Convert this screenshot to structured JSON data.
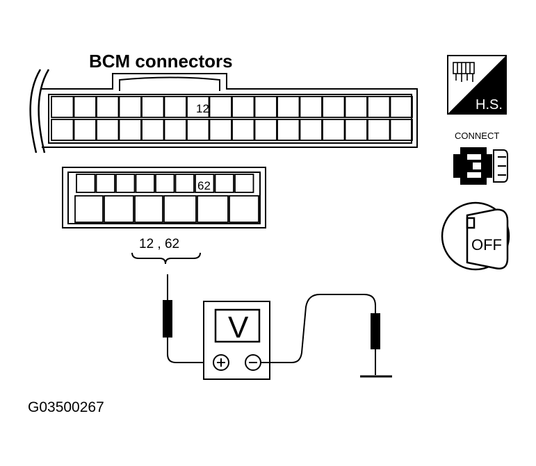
{
  "diagram": {
    "title": "BCM connectors",
    "upper_connector_pin_label": "12",
    "lower_connector_pin_label": "62",
    "measured_pins": "12 , 62",
    "meter_symbol": "V",
    "figure_code": "G03500267"
  },
  "icons": {
    "harness_service": {
      "name": "harness-service-icon",
      "label": "H.S."
    },
    "connect": {
      "name": "connector-icon",
      "label": "CONNECT"
    },
    "ignition": {
      "name": "ignition-key-icon",
      "label": "OFF"
    }
  },
  "colors": {
    "ink": "#000000",
    "paper": "#ffffff"
  }
}
